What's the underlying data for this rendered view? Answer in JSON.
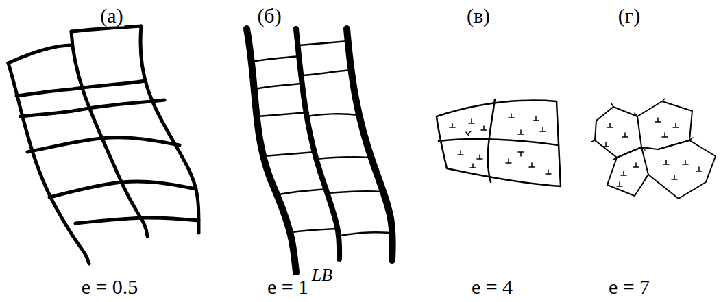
{
  "diagram": {
    "labels": [
      "(а)",
      "(б)",
      "(в)",
      "(г)",
      "LB",
      "e = 0.5",
      "e = 1",
      "e = 4",
      "e = 7"
    ]
  }
}
